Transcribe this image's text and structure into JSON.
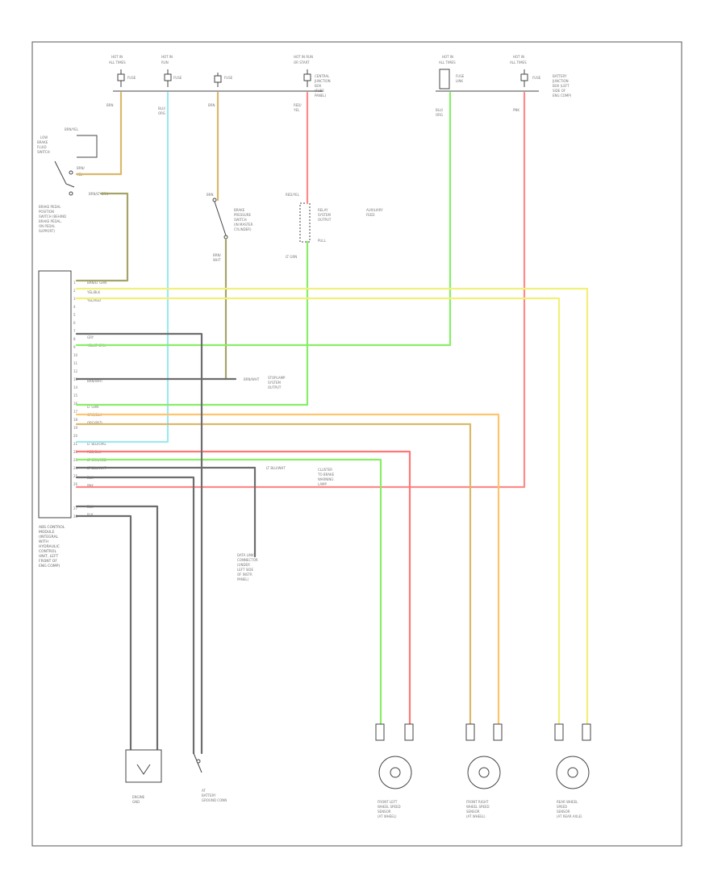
{
  "colors": {
    "yellow": "#f0f07a",
    "tan": "#d9b96a",
    "orange": "#ffc470",
    "cyan": "#9ee8ee",
    "pink": "#ff8a8a",
    "red": "#ff7777",
    "green": "#88ee66",
    "gray": "#6d6d6d",
    "olive": "#a6a36a"
  },
  "fuses": [
    {
      "id": "f1"
    },
    {
      "id": "f2"
    },
    {
      "id": "f3"
    },
    {
      "id": "f4"
    },
    {
      "id": "f5"
    },
    {
      "id": "f6"
    }
  ],
  "footer_code": ""
}
